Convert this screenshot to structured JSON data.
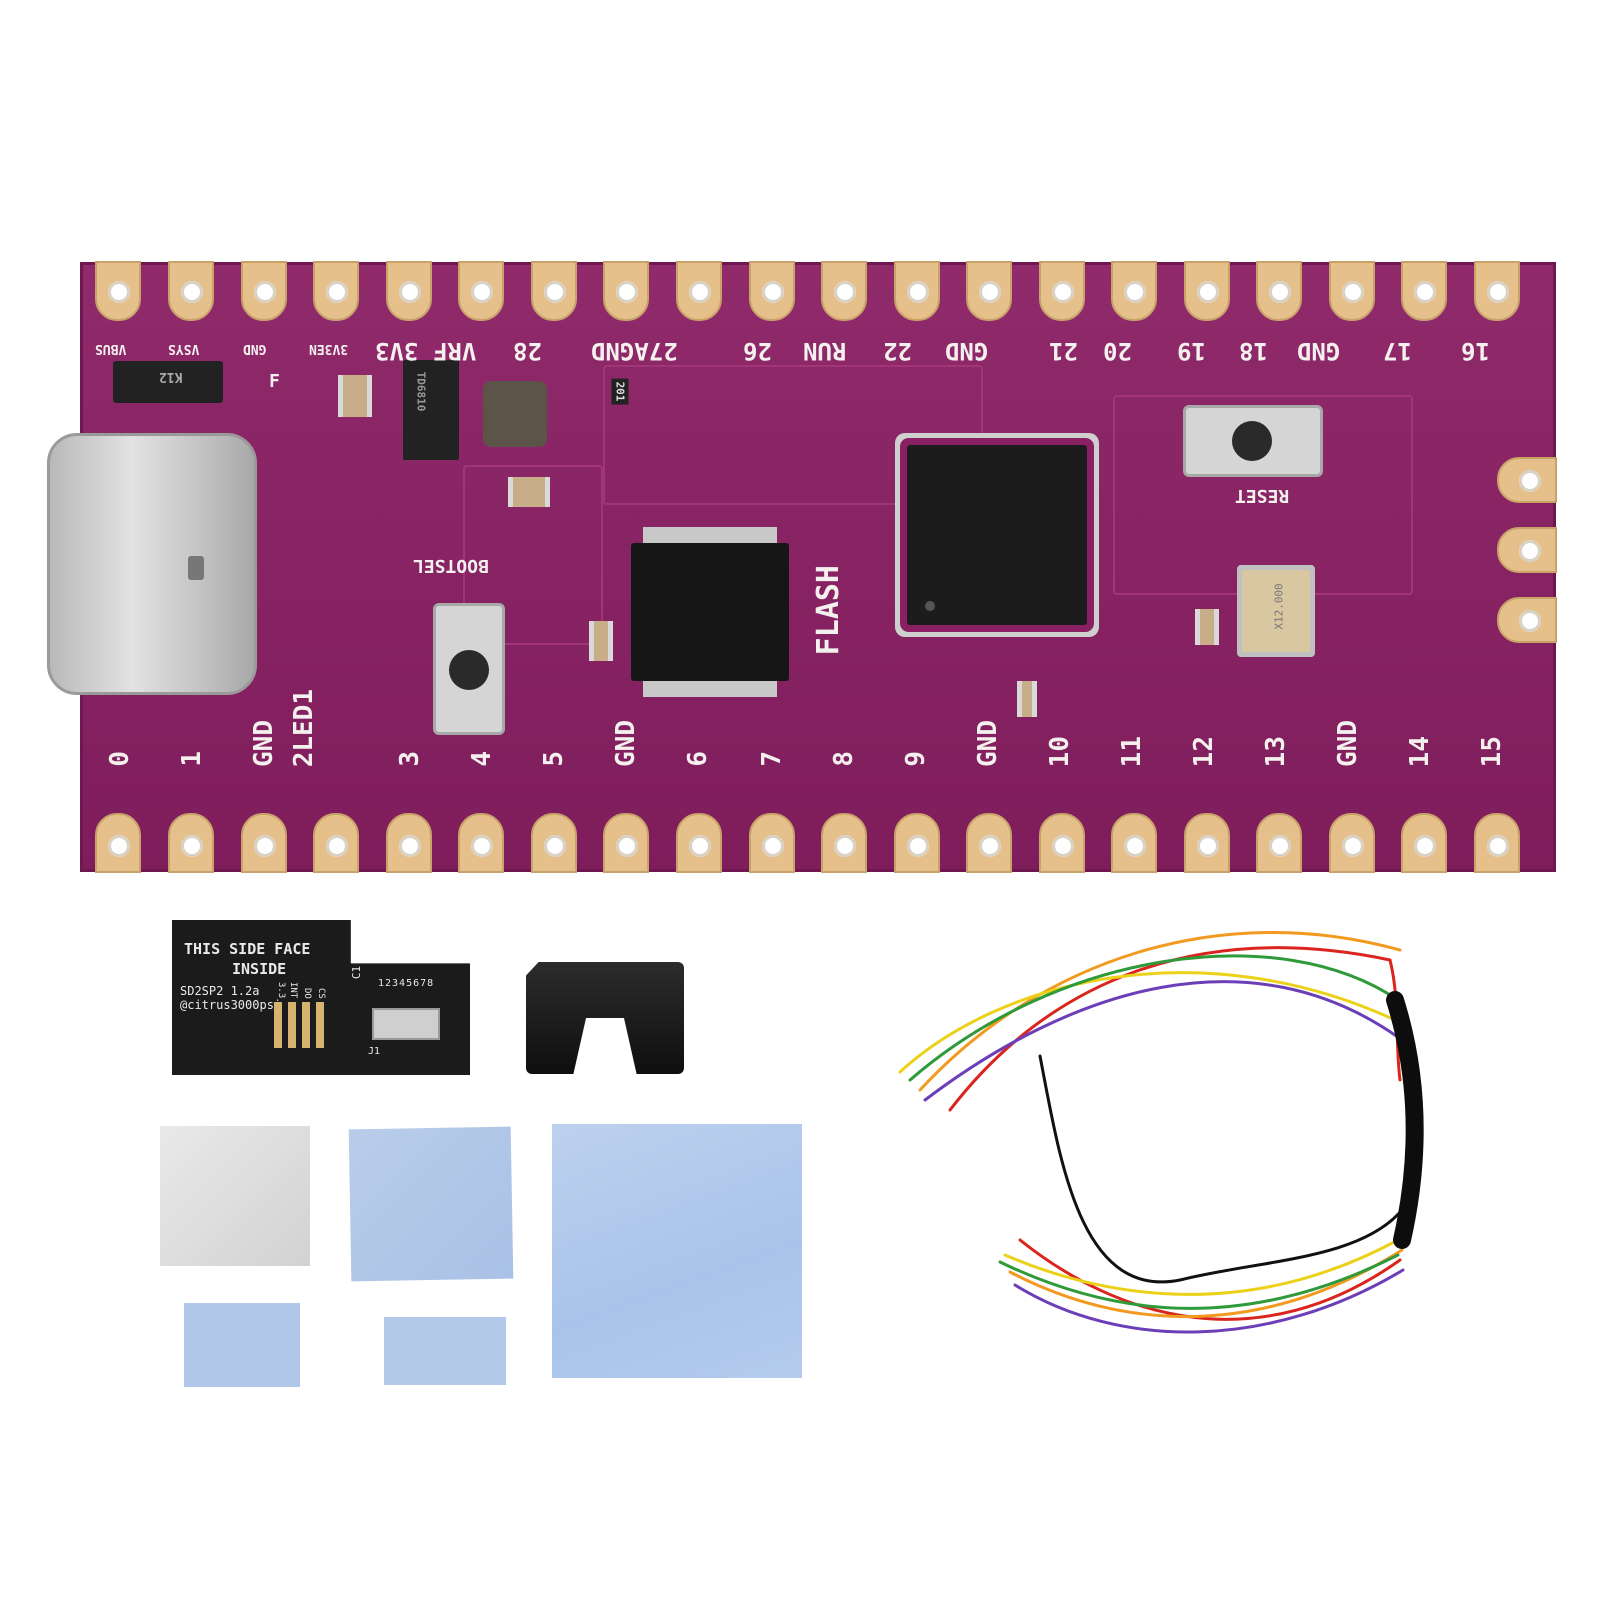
{
  "board": {
    "top_labels_small": [
      "VBUS",
      "VSYS",
      "GND",
      "3V3EN"
    ],
    "top_labels": [
      "3V3",
      "VRF",
      "28",
      "27AGND",
      "26",
      "RUN",
      "22",
      "GND",
      "21",
      "20",
      "19",
      "18",
      "GND",
      "17",
      "16"
    ],
    "bottom_labels": [
      "0",
      "1",
      "GND",
      "2LED1",
      "3",
      "4",
      "5",
      "GND",
      "6",
      "7",
      "8",
      "9",
      "GND",
      "10",
      "11",
      "12",
      "13",
      "GND",
      "14",
      "15"
    ],
    "bootsel_label": "BOOTSEL",
    "reset_label": "RESET",
    "flash_label": "FLASH",
    "diode_label": "K12",
    "fuse_label": "F",
    "regulator_label": "TD6810",
    "resistor_label": "201",
    "crystal_label": "X12.000"
  },
  "adapter": {
    "line1": "THIS SIDE FACE",
    "line2": "INSIDE",
    "name": "SD2SP2 1.2a",
    "author": "@citrus3000psi",
    "cap_label": "C1",
    "pin_numbers": "12345678",
    "pin_3v3": "3.3",
    "pin_int": "INT",
    "pin_do": "DO",
    "pin_cs": "CS",
    "connector_label": "J1"
  },
  "colors": {
    "pcb": "#8a1f63",
    "gold": "#e5c08a",
    "thermal_pad": "#b1c7ea"
  },
  "icons": {
    "usb": "usb-c-connector-icon",
    "chip": "microcontroller-chip-icon"
  }
}
